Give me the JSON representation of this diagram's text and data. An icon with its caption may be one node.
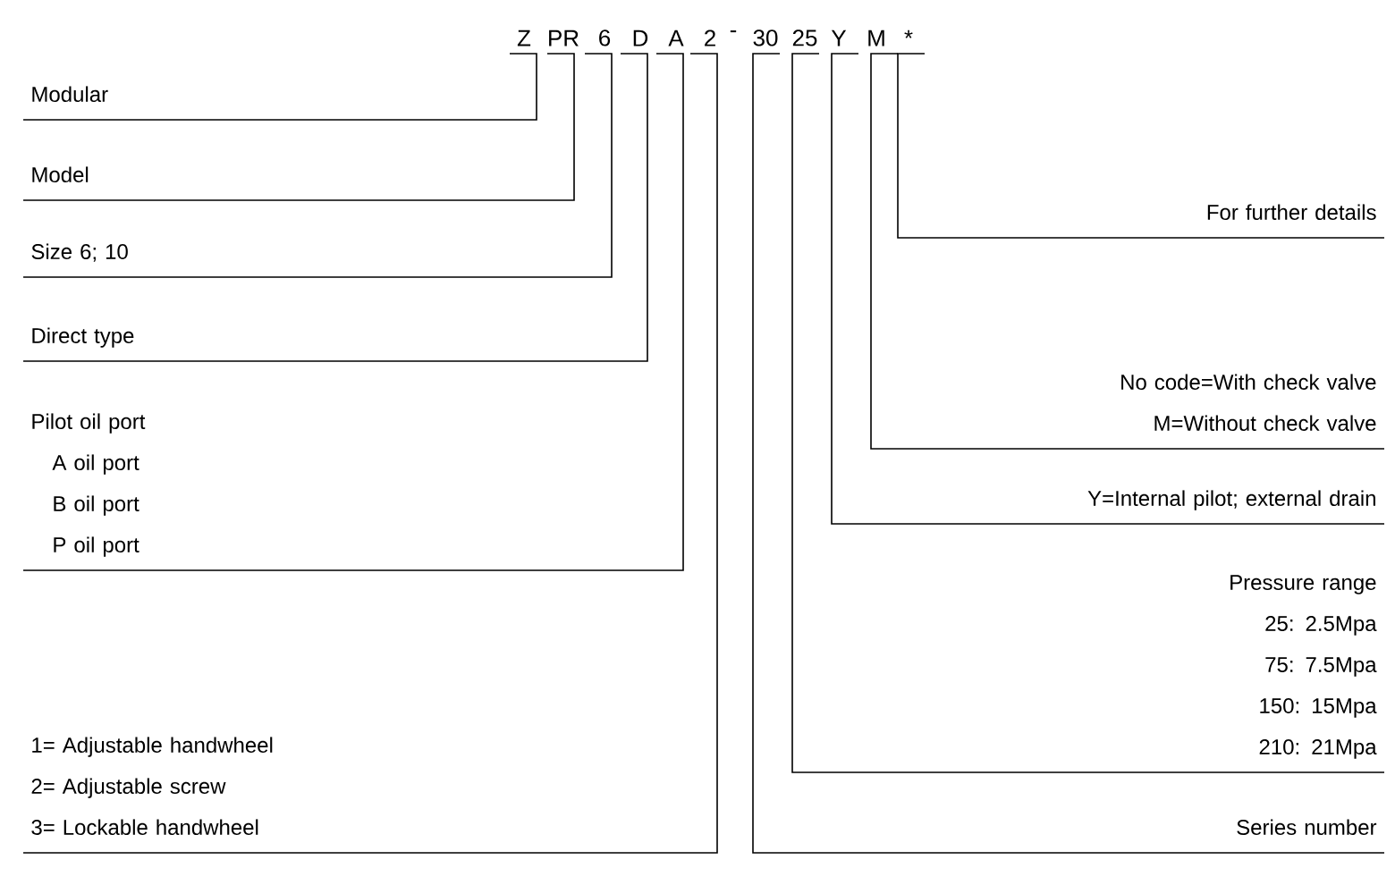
{
  "diagram": {
    "nodes": [
      {
        "text": [
          "Z"
        ]
      },
      {
        "text": [
          "PR"
        ]
      },
      {
        "text": [
          "6"
        ]
      },
      {
        "text": [
          "D"
        ]
      },
      {
        "text": [
          "A"
        ]
      },
      {
        "text": [
          "2"
        ]
      },
      {
        "text": [
          "30"
        ]
      },
      {
        "text": [
          "25"
        ]
      },
      {
        "text": [
          "Y"
        ]
      },
      {
        "text": [
          "M"
        ]
      },
      {
        "text": [
          "*"
        ]
      },
      {
        "text": [
          "Modular"
        ]
      },
      {
        "text": [
          "Model"
        ]
      },
      {
        "text": [
          "Size 6; 10"
        ]
      },
      {
        "text": [
          "Direct type"
        ]
      },
      {
        "text": [
          "Pilot oil port",
          "A oil port",
          "B oil port",
          "P oil port"
        ]
      },
      {
        "text": [
          "1= Adjustable handwheel",
          "2= Adjustable screw",
          "3= Lockable handwheel"
        ]
      },
      {
        "text": [
          "For further details"
        ]
      },
      {
        "text": [
          "No code=With check valve",
          "M=Without check valve"
        ]
      },
      {
        "text": [
          "Y=Internal pilot; external drain"
        ]
      },
      {
        "text": [
          "Pressure range",
          "25: 2.5Mpa",
          "75: 7.5Mpa",
          "150: 15Mpa",
          "210: 21Mpa"
        ]
      },
      {
        "text": [
          "Series number"
        ]
      }
    ],
    "edges": [
      {
        "from": 0,
        "to": 11,
        "arrow": "none"
      },
      {
        "from": 1,
        "to": 12,
        "arrow": "none"
      },
      {
        "from": 2,
        "to": 13,
        "arrow": "none"
      },
      {
        "from": 3,
        "to": 14,
        "arrow": "none"
      },
      {
        "from": 4,
        "to": 15,
        "arrow": "none"
      },
      {
        "from": 5,
        "to": 16,
        "arrow": "none"
      },
      {
        "from": 6,
        "to": 21,
        "arrow": "none"
      },
      {
        "from": 7,
        "to": 20,
        "arrow": "none"
      },
      {
        "from": 8,
        "to": 19,
        "arrow": "none"
      },
      {
        "from": 9,
        "to": 18,
        "arrow": "none"
      },
      {
        "from": 10,
        "to": 17,
        "arrow": "none"
      }
    ],
    "labels": [
      "-"
    ]
  }
}
